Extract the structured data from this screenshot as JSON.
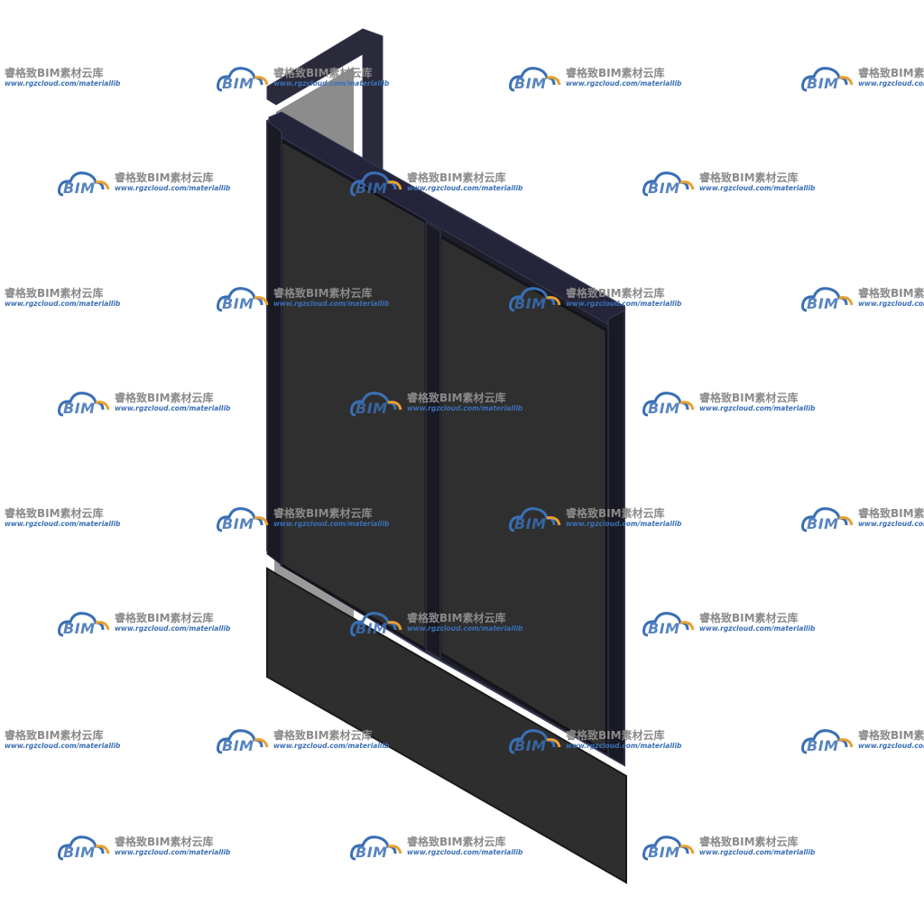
{
  "scene": {
    "subject": "curtain-wall-window-panel",
    "colors": {
      "background": "#ffffff",
      "frame": "#20202a",
      "frame_edge": "#3a3a55",
      "glass": "#2d2d2d",
      "glass_back": "#8c8c8c",
      "spandrel": "#2e2e2e"
    }
  },
  "watermark": {
    "logo_text": "BIM",
    "title": "睿格致BIM素材云库",
    "url": "www.rgzcloud.com/materiallib",
    "logo_icon": "cloud-icon",
    "colors": {
      "logo_blue": "#3a6fb5",
      "logo_orange": "#e8a030",
      "title_gray": "#8a8a8a"
    }
  }
}
